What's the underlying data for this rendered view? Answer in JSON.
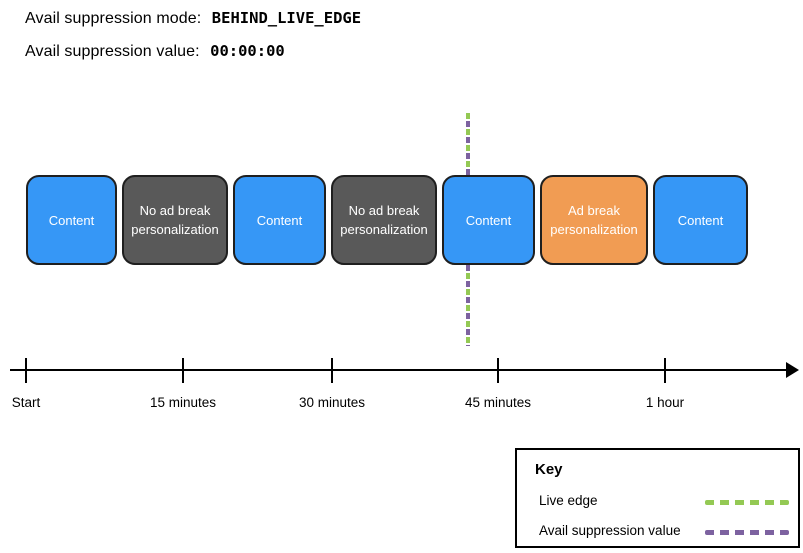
{
  "header": {
    "mode_label": "Avail suppression mode:",
    "mode_value": "BEHIND_LIVE_EDGE",
    "value_label": "Avail suppression value:",
    "value_value": "00:00:00"
  },
  "timeline": {
    "blocks": [
      {
        "label": "Content",
        "type": "content"
      },
      {
        "label": "No ad break personalization",
        "type": "no-ad-break"
      },
      {
        "label": "Content",
        "type": "content"
      },
      {
        "label": "No ad break personalization",
        "type": "no-ad-break"
      },
      {
        "label": "Content",
        "type": "content"
      },
      {
        "label": "Ad break personalization",
        "type": "ad-break"
      },
      {
        "label": "Content",
        "type": "content"
      }
    ]
  },
  "axis": {
    "tick_labels": [
      "Start",
      "15 minutes",
      "30 minutes",
      "45 minutes",
      "1 hour"
    ]
  },
  "key": {
    "title": "Key",
    "items": [
      {
        "label": "Live edge",
        "color": "#94C954"
      },
      {
        "label": "Avail suppression value",
        "color": "#7D62A0"
      }
    ]
  },
  "colors": {
    "content_block": "#3697F6",
    "no_ad_block": "#595959",
    "ad_block": "#F19C53",
    "live_edge": "#94C954",
    "avail_suppression": "#7D62A0"
  }
}
